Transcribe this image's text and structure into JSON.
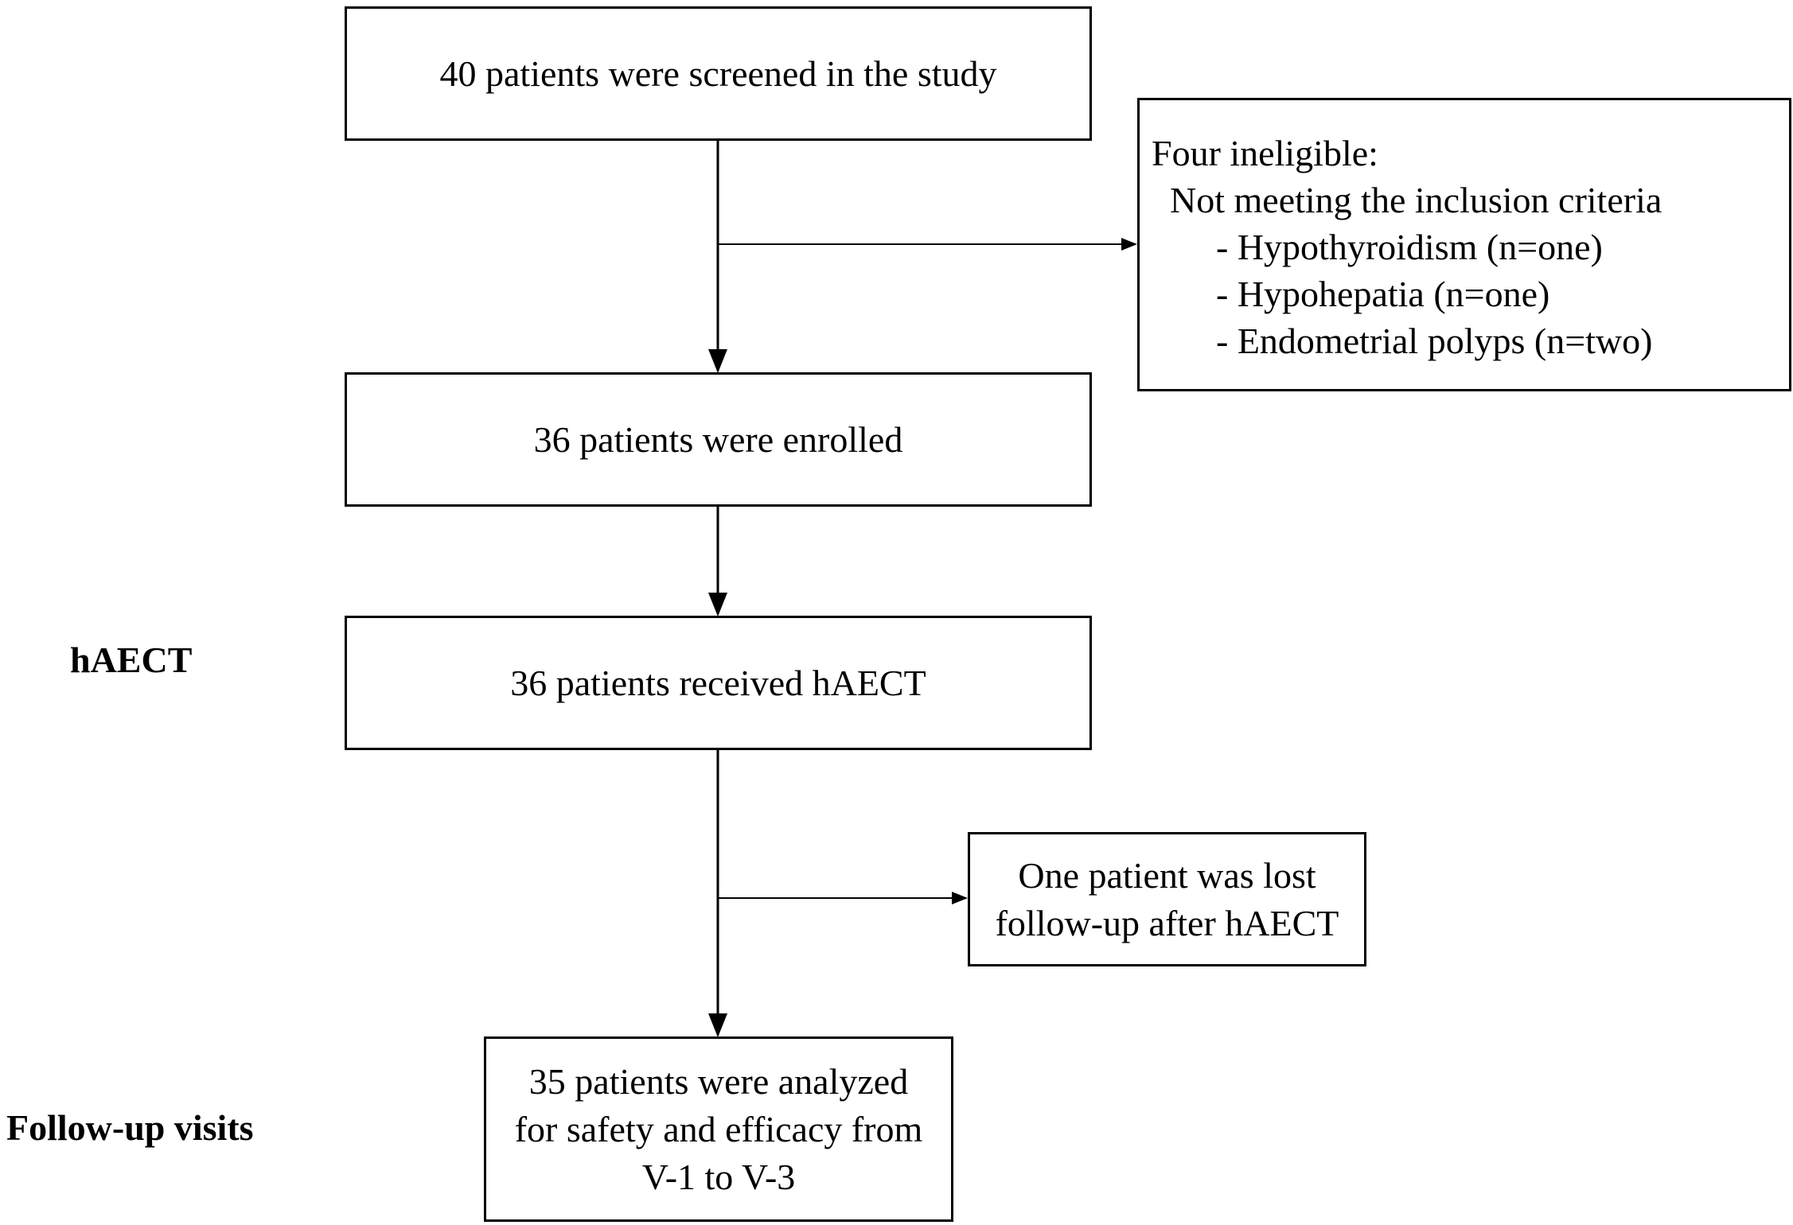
{
  "flowchart": {
    "screened": "40 patients were screened in the study",
    "ineligible": {
      "heading": "Four  ineligible:",
      "reason": "Not meeting the inclusion criteria",
      "items": [
        "- Hypothyroidism (n=one)",
        "- Hypohepatia (n=one)",
        "- Endometrial polyps (n=two)"
      ]
    },
    "enrolled": "36 patients were enrolled",
    "received": "36 patients received hAECT",
    "lost": {
      "line1": "One patient was lost",
      "line2": "follow-up after hAECT"
    },
    "analyzed": {
      "line1": "35 patients were analyzed",
      "line2": "for safety and efficacy from",
      "line3": "V-1 to V-3"
    }
  },
  "stage_labels": {
    "haect": "hAECT",
    "follow_up": "Follow-up visits"
  },
  "colors": {
    "stroke": "#000000",
    "background": "#ffffff"
  }
}
